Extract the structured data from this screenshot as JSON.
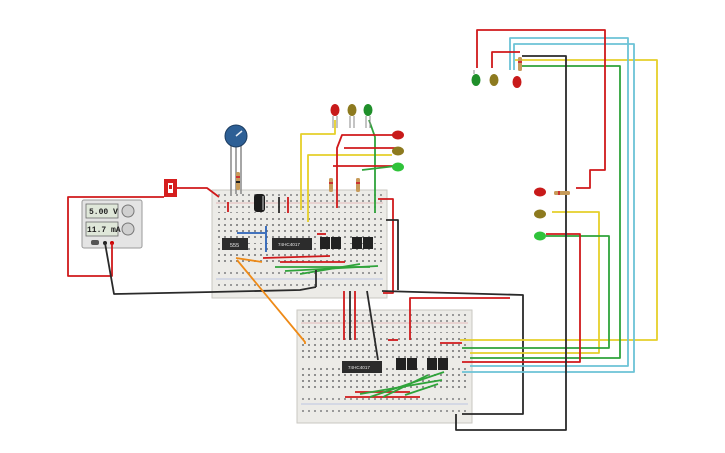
{
  "power_supply": {
    "voltage_display": "5.00 V",
    "current_display": "11.7 mA"
  },
  "chips": {
    "timer_label": "555",
    "counter_label_top": "74HC4017",
    "counter_label_bottom": "74HC4017"
  },
  "colors": {
    "wire_red": "#d0191b",
    "wire_black": "#2a2a2a",
    "wire_yellow": "#e5cf2a",
    "wire_green": "#2fa33a",
    "wire_cyan": "#6cc3d6",
    "wire_orange": "#ee8a17",
    "wire_blue": "#2b62b7",
    "led_red": "#c81a1a",
    "led_amber": "#8d7a1f",
    "led_green": "#1f8f2a",
    "potentiometer_knob": "#2d5f95",
    "breadboard": "#eceae6"
  },
  "icons": {
    "power_switch": "switch-icon",
    "potentiometer": "knob-icon"
  }
}
